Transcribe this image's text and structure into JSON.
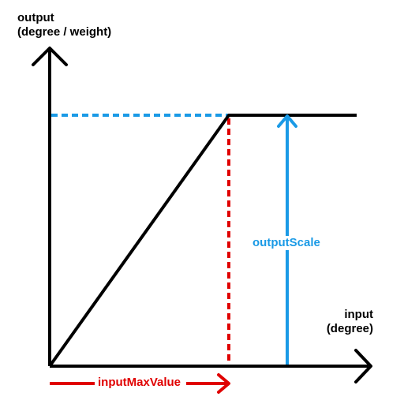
{
  "axes": {
    "y_label_line1": "output",
    "y_label_line2": "(degree / weight)",
    "x_label_line1": "input",
    "x_label_line2": "(degree)"
  },
  "annotations": {
    "output_scale": "outputScale",
    "input_max_value": "inputMaxValue"
  },
  "colors": {
    "axis": "#000000",
    "curve": "#000000",
    "output_scale": "#1a9ae6",
    "input_max_value": "#e00000"
  },
  "curve": {
    "description": "linear ramp from origin to inputMaxValue, then constant at outputScale"
  }
}
